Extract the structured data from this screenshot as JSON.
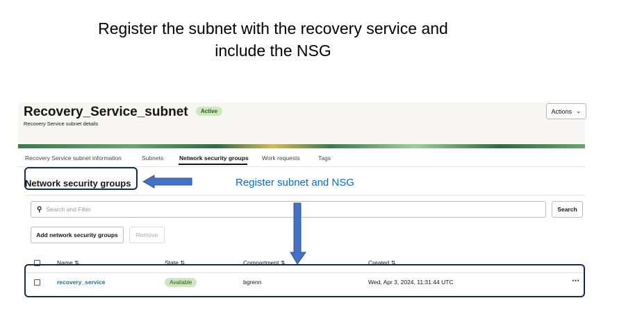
{
  "caption": {
    "line1": "Register the subnet with the recovery service and",
    "line2": "include the NSG"
  },
  "header": {
    "title": "Recovery_Service_subnet",
    "status": "Active",
    "subtitle": "Recovery Service subnet details",
    "actions_label": "Actions"
  },
  "tabs": [
    {
      "label": "Recovery Service subnet information"
    },
    {
      "label": "Subnets"
    },
    {
      "label": "Network security groups",
      "selected": true
    },
    {
      "label": "Work requests"
    },
    {
      "label": "Tags"
    }
  ],
  "section": {
    "heading": "Network security groups"
  },
  "annotation": {
    "text": "Register subnet and NSG",
    "color": "#0070c0"
  },
  "search": {
    "placeholder": "Search and Filter",
    "button": "Search"
  },
  "toolbar": {
    "add_label": "Add network security groups",
    "remove_label": "Remove"
  },
  "table": {
    "columns": [
      "Name",
      "State",
      "Compartment",
      "Created"
    ],
    "rows": [
      {
        "name": "recovery_service",
        "state": "Available",
        "compartment": "bgrenn",
        "created": "Wed, Apr 3, 2024, 11:31:44 UTC"
      }
    ]
  }
}
